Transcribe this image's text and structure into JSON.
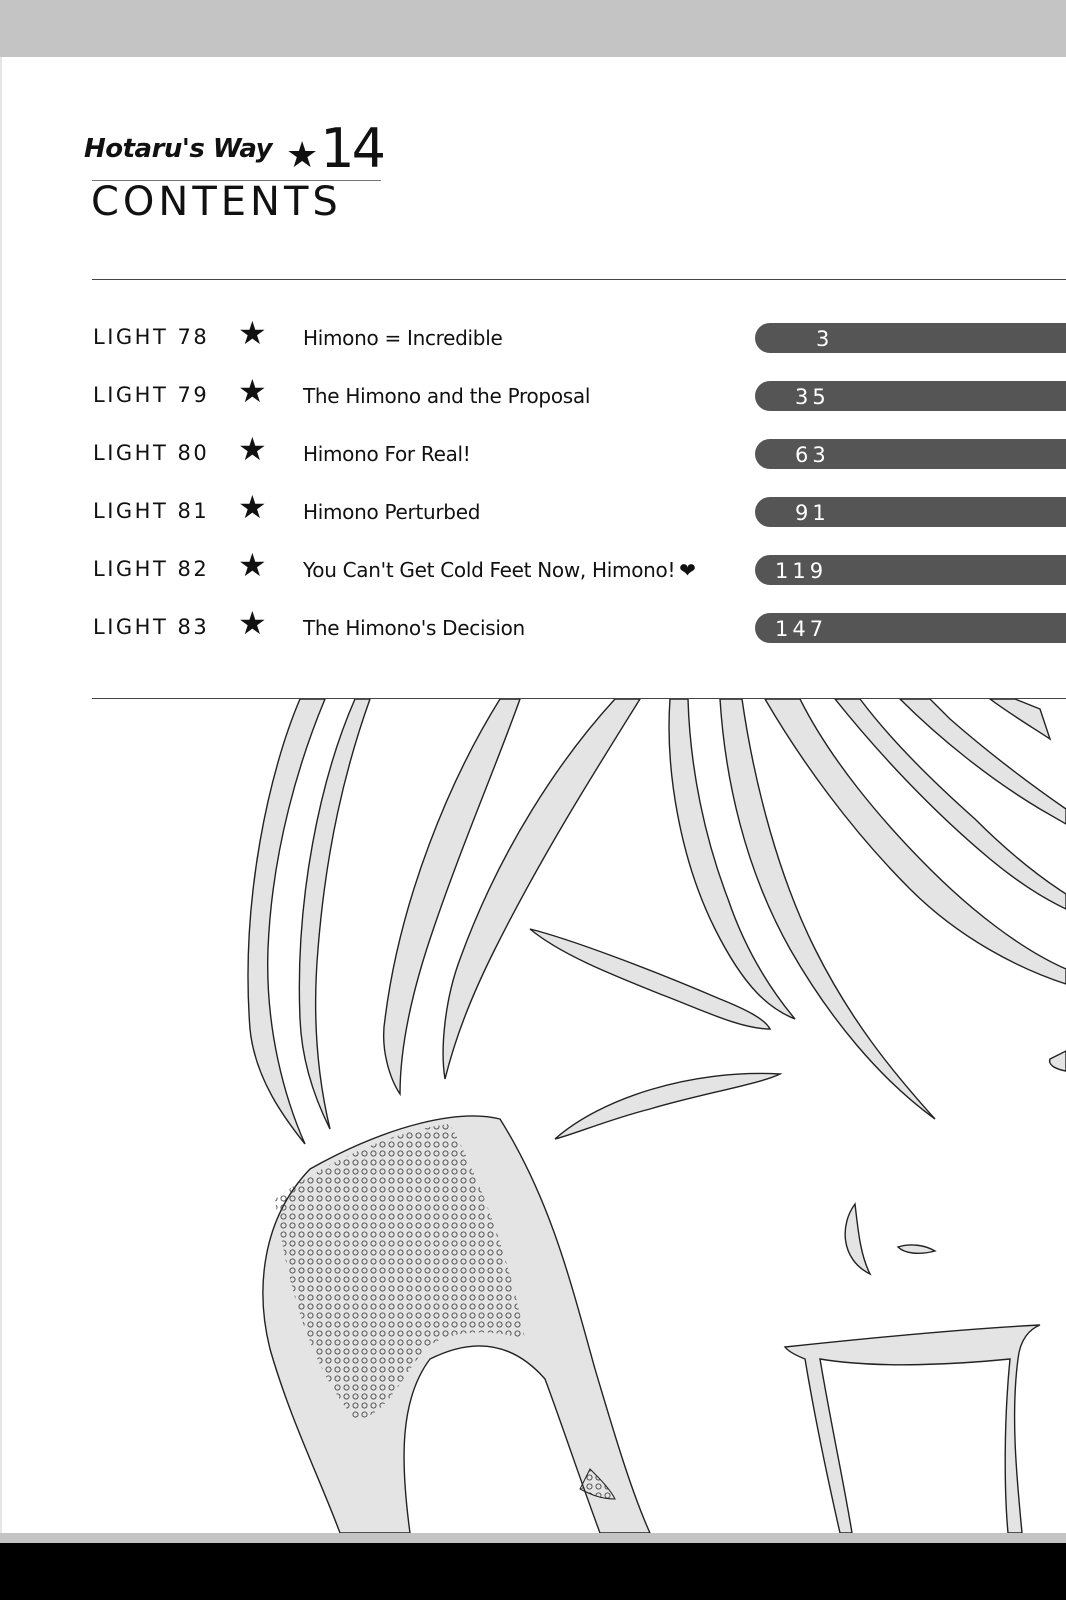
{
  "header": {
    "series_title": "Hotaru's Way",
    "volume_number": "14",
    "contents_heading": "CONTENTS"
  },
  "toc": [
    {
      "label": "LIGHT 78",
      "title": "Himono = Incredible",
      "page": "3"
    },
    {
      "label": "LIGHT 79",
      "title": "The Himono and the Proposal",
      "page": "35"
    },
    {
      "label": "LIGHT 80",
      "title": "Himono For Real!",
      "page": "63"
    },
    {
      "label": "LIGHT 81",
      "title": "Himono Perturbed",
      "page": "91"
    },
    {
      "label": "LIGHT 82",
      "title": "You Can't Get Cold Feet Now, Himono!",
      "page": "119"
    },
    {
      "label": "LIGHT 83",
      "title": "The Himono's Decision",
      "page": "147"
    }
  ],
  "icons": {
    "row_separator": "star-icon",
    "title_suffix": "heart-icon"
  },
  "colors": {
    "page_pill": "#555555",
    "page_text": "#ffffff",
    "ink": "#111111",
    "hair_fill": "#e4e4e4"
  }
}
